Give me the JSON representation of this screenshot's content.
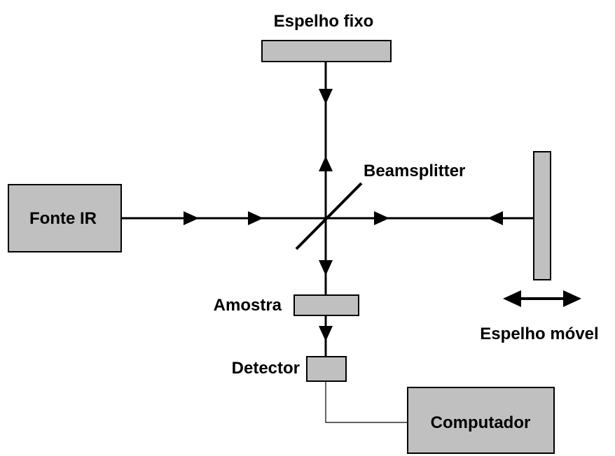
{
  "labels": {
    "fixed_mirror": "Espelho fixo",
    "beamsplitter": "Beamsplitter",
    "source": "Fonte IR",
    "movable_mirror": "Espelho móvel",
    "sample": "Amostra",
    "detector": "Detector",
    "computer": "Computador"
  },
  "colors": {
    "component_fill": "#c0c0c0",
    "line": "#000000",
    "background": "#ffffff"
  }
}
